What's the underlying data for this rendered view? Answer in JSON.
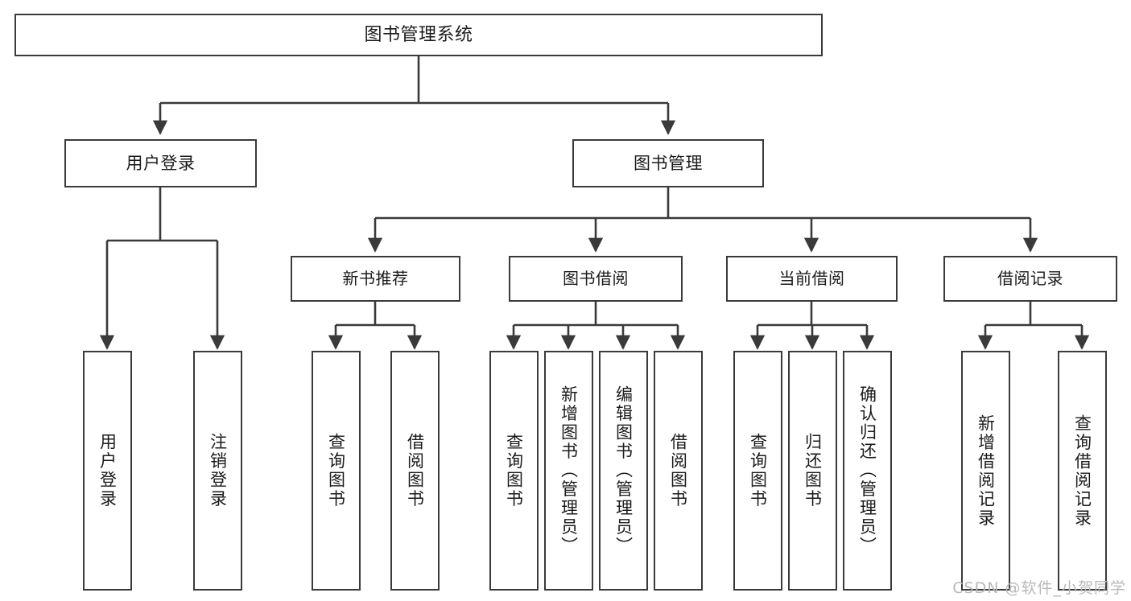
{
  "diagram": {
    "title": "图书管理系统",
    "type": "hierarchy-tree",
    "watermark": "CSDN @软件_小贺同学",
    "colors": {
      "background": "#ffffff",
      "box_border": "#3a3a3a",
      "box_fill": "#ffffff",
      "connector": "#3a3a3a",
      "text": "#1b1b1b",
      "watermark": "#b9b9b9"
    },
    "root": {
      "label": "图书管理系统"
    },
    "level2": [
      {
        "id": "user-login",
        "label": "用户登录"
      },
      {
        "id": "book-management",
        "label": "图书管理"
      }
    ],
    "level3": [
      {
        "id": "new-book-recommend",
        "label": "新书推荐",
        "parent": "book-management"
      },
      {
        "id": "book-borrow",
        "label": "图书借阅",
        "parent": "book-management"
      },
      {
        "id": "current-borrow",
        "label": "当前借阅",
        "parent": "book-management"
      },
      {
        "id": "borrow-record",
        "label": "借阅记录",
        "parent": "book-management"
      }
    ],
    "leaves": [
      {
        "id": "leaf-user-login",
        "label": "用户登录",
        "parent": "user-login"
      },
      {
        "id": "leaf-logout-login",
        "label": "注销登录",
        "parent": "user-login"
      },
      {
        "id": "leaf-query-book-1",
        "label": "查询图书",
        "parent": "new-book-recommend"
      },
      {
        "id": "leaf-borrow-book-1",
        "label": "借阅图书",
        "parent": "new-book-recommend"
      },
      {
        "id": "leaf-query-book-2",
        "label": "查询图书",
        "parent": "book-borrow"
      },
      {
        "id": "leaf-add-book",
        "label": "新增图书（管理员）",
        "parent": "book-borrow"
      },
      {
        "id": "leaf-edit-book",
        "label": "编辑图书（管理员）",
        "parent": "book-borrow"
      },
      {
        "id": "leaf-borrow-book-2",
        "label": "借阅图书",
        "parent": "book-borrow"
      },
      {
        "id": "leaf-query-book-3",
        "label": "查询图书",
        "parent": "current-borrow"
      },
      {
        "id": "leaf-return-book",
        "label": "归还图书",
        "parent": "current-borrow"
      },
      {
        "id": "leaf-confirm-return",
        "label": "确认归还（管理员）",
        "parent": "current-borrow"
      },
      {
        "id": "leaf-add-record",
        "label": "新增借阅记录",
        "parent": "borrow-record"
      },
      {
        "id": "leaf-query-record",
        "label": "查询借阅记录",
        "parent": "borrow-record"
      }
    ]
  }
}
